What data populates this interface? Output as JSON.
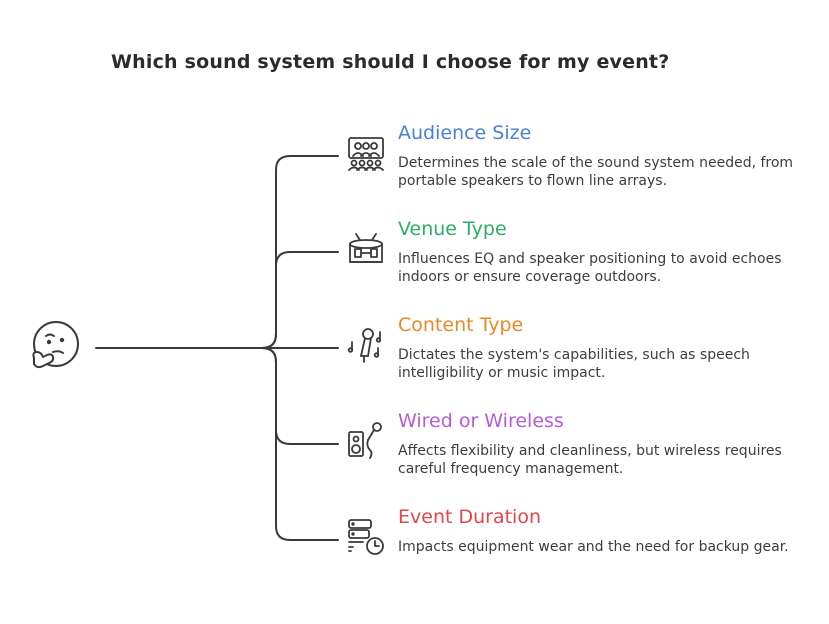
{
  "title": "Which sound system should I choose for my event?",
  "factors": [
    {
      "heading": "Audience Size",
      "description": "Determines the scale of the sound system needed, from portable speakers to flown line arrays.",
      "color": "#4a7fd8",
      "icon": "audience-icon"
    },
    {
      "heading": "Venue Type",
      "description": "Influences EQ and speaker positioning to avoid echoes indoors or ensure coverage outdoors.",
      "color": "#2fab6a",
      "icon": "venue-icon"
    },
    {
      "heading": "Content Type",
      "description": "Dictates the system's capabilities, such as speech intelligibility or music impact.",
      "color": "#e58a2b",
      "icon": "microphone-music-icon"
    },
    {
      "heading": "Wired or Wireless",
      "description": "Affects flexibility and cleanliness, but wireless requires careful frequency management.",
      "color": "#b65bd6",
      "icon": "speaker-microphone-icon"
    },
    {
      "heading": "Event Duration",
      "description": "Impacts equipment wear and the need for backup gear.",
      "color": "#e0474c",
      "icon": "server-clock-icon"
    }
  ],
  "stroke_color": "#3a3a3a"
}
